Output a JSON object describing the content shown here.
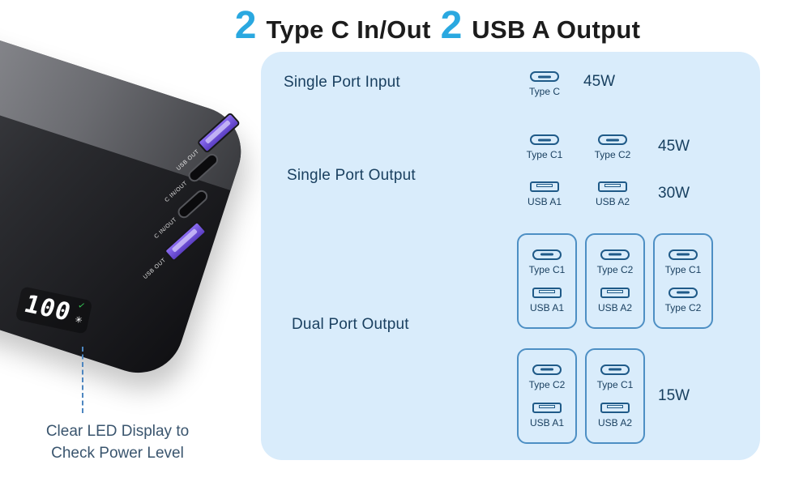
{
  "title": {
    "num1": "2",
    "text1": "Type C In/Out",
    "num2": "2",
    "text2": "USB A Output"
  },
  "panel": {
    "input": {
      "label": "Single Port Input",
      "port": "Type C",
      "watt": "45W"
    },
    "single": {
      "label": "Single Port Output",
      "c1": "Type C1",
      "c2": "Type C2",
      "c_watt": "45W",
      "a1": "USB A1",
      "a2": "USB A2",
      "a_watt": "30W"
    },
    "dual": {
      "label": "Dual Port Output",
      "watt": "15W",
      "groups": [
        {
          "p1": "Type C1",
          "t1": "c",
          "p2": "USB A1",
          "t2": "a"
        },
        {
          "p1": "Type C2",
          "t1": "c",
          "p2": "USB A2",
          "t2": "a"
        },
        {
          "p1": "Type C1",
          "t1": "c",
          "p2": "Type C2",
          "t2": "c"
        },
        {
          "p1": "Type C2",
          "t1": "c",
          "p2": "USB A1",
          "t2": "a"
        },
        {
          "p1": "Type C1",
          "t1": "c",
          "p2": "USB A2",
          "t2": "a"
        }
      ]
    }
  },
  "device": {
    "led_value": "100",
    "icons": {
      "ok": "✓",
      "flash": "✳"
    },
    "port1": "USB OUT",
    "port2": "C IN/OUT",
    "port3": "C IN/OUT",
    "port4": "USB OUT"
  },
  "caption": {
    "line1": "Clear LED Display to",
    "line2": "Check Power Level"
  },
  "colors": {
    "accent": "#2aa8e0",
    "panel_bg": "#d9ecfb",
    "navy": "#1a4060",
    "port_outline": "#1f5a88",
    "group_border": "#4d8fc4",
    "usb_purple": "#6d4fd2"
  }
}
